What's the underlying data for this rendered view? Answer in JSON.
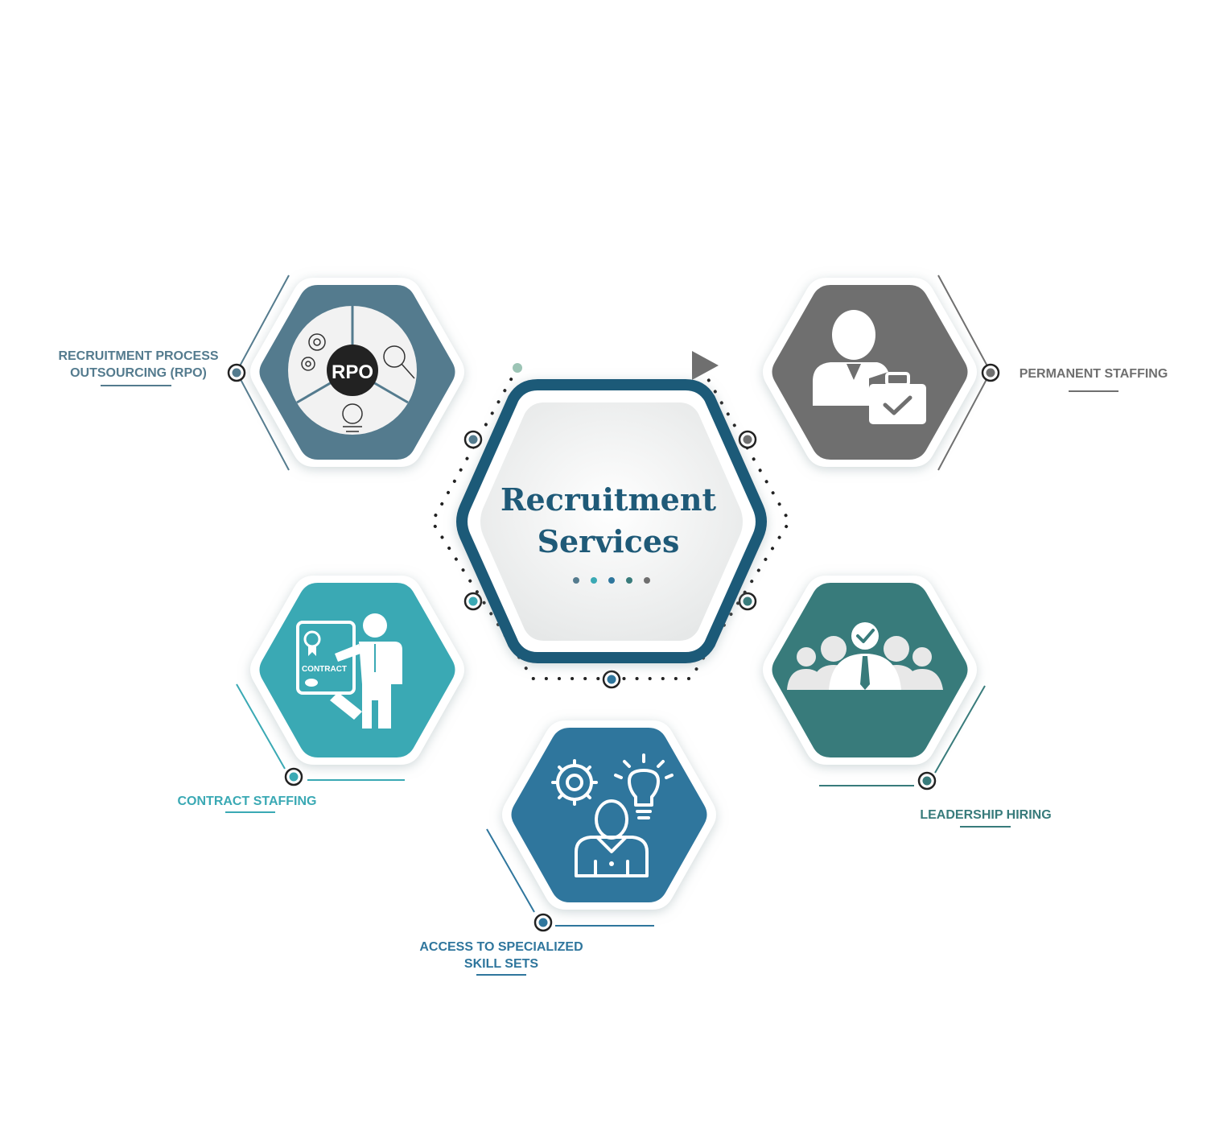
{
  "center": {
    "title_line1": "Recruitment",
    "title_line2": "Services"
  },
  "services": [
    {
      "id": "rpo",
      "label_line1": "RECRUITMENT PROCESS",
      "label_line2": "OUTSOURCING (RPO)",
      "color": "#547b8e",
      "icon": "rpo-wheel-icon",
      "icon_text": "RPO"
    },
    {
      "id": "permanent",
      "label_line1": "PERMANENT STAFFING",
      "label_line2": "",
      "color": "#6f6f6f",
      "icon": "employee-briefcase-icon"
    },
    {
      "id": "contract",
      "label_line1": "CONTRACT STAFFING",
      "label_line2": "",
      "color": "#3aa9b4",
      "icon": "contract-handshake-icon",
      "icon_text": "CONTRACT"
    },
    {
      "id": "leadership",
      "label_line1": "LEADERSHIP HIRING",
      "label_line2": "",
      "color": "#387b7b",
      "icon": "team-leader-icon"
    },
    {
      "id": "skills",
      "label_line1": "ACCESS TO SPECIALIZED",
      "label_line2": "SKILL SETS",
      "color": "#2f769d",
      "icon": "person-gear-bulb-icon"
    }
  ],
  "colors": {
    "center_border": "#1f5a78",
    "title_text": "#1f5a78",
    "dotted_ring": "#222222"
  }
}
